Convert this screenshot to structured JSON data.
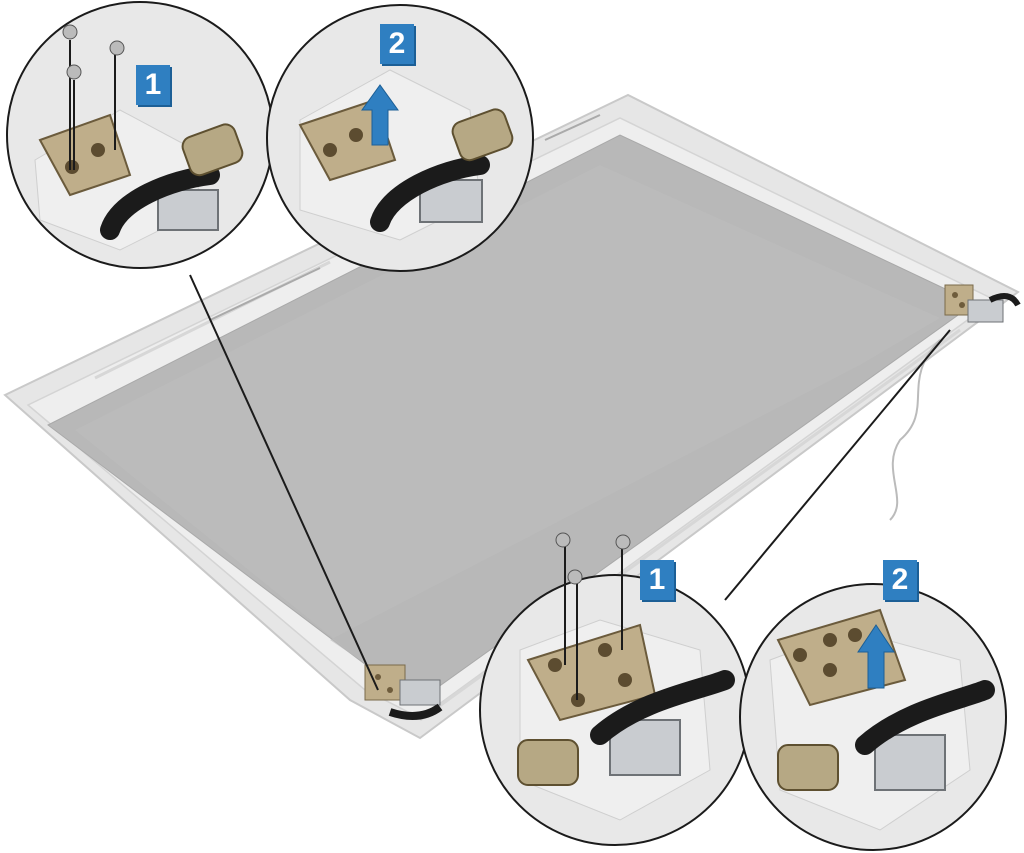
{
  "diagram": {
    "steps": [
      {
        "number": "1",
        "action": "remove-screws"
      },
      {
        "number": "2",
        "action": "lift-hinge"
      }
    ],
    "callouts": [
      {
        "badge": "1",
        "subject": "left-hinge-screws"
      },
      {
        "badge": "2",
        "subject": "left-hinge-lift"
      },
      {
        "badge": "1",
        "subject": "right-hinge-screws"
      },
      {
        "badge": "2",
        "subject": "right-hinge-lift"
      }
    ],
    "colors": {
      "badge_fill": "#2f7fc1",
      "badge_text": "#ffffff",
      "arrow": "#2f7fc1",
      "panel_gray": "#b9b9b9",
      "bezel_gray": "#e3e3e3",
      "hinge_metal": "#bfae8a",
      "hinge_block": "#c9ccd0",
      "cover_black": "#1b1b1b"
    },
    "icons": [
      "screw-icon",
      "lift-arrow-icon",
      "hinge-icon"
    ]
  }
}
